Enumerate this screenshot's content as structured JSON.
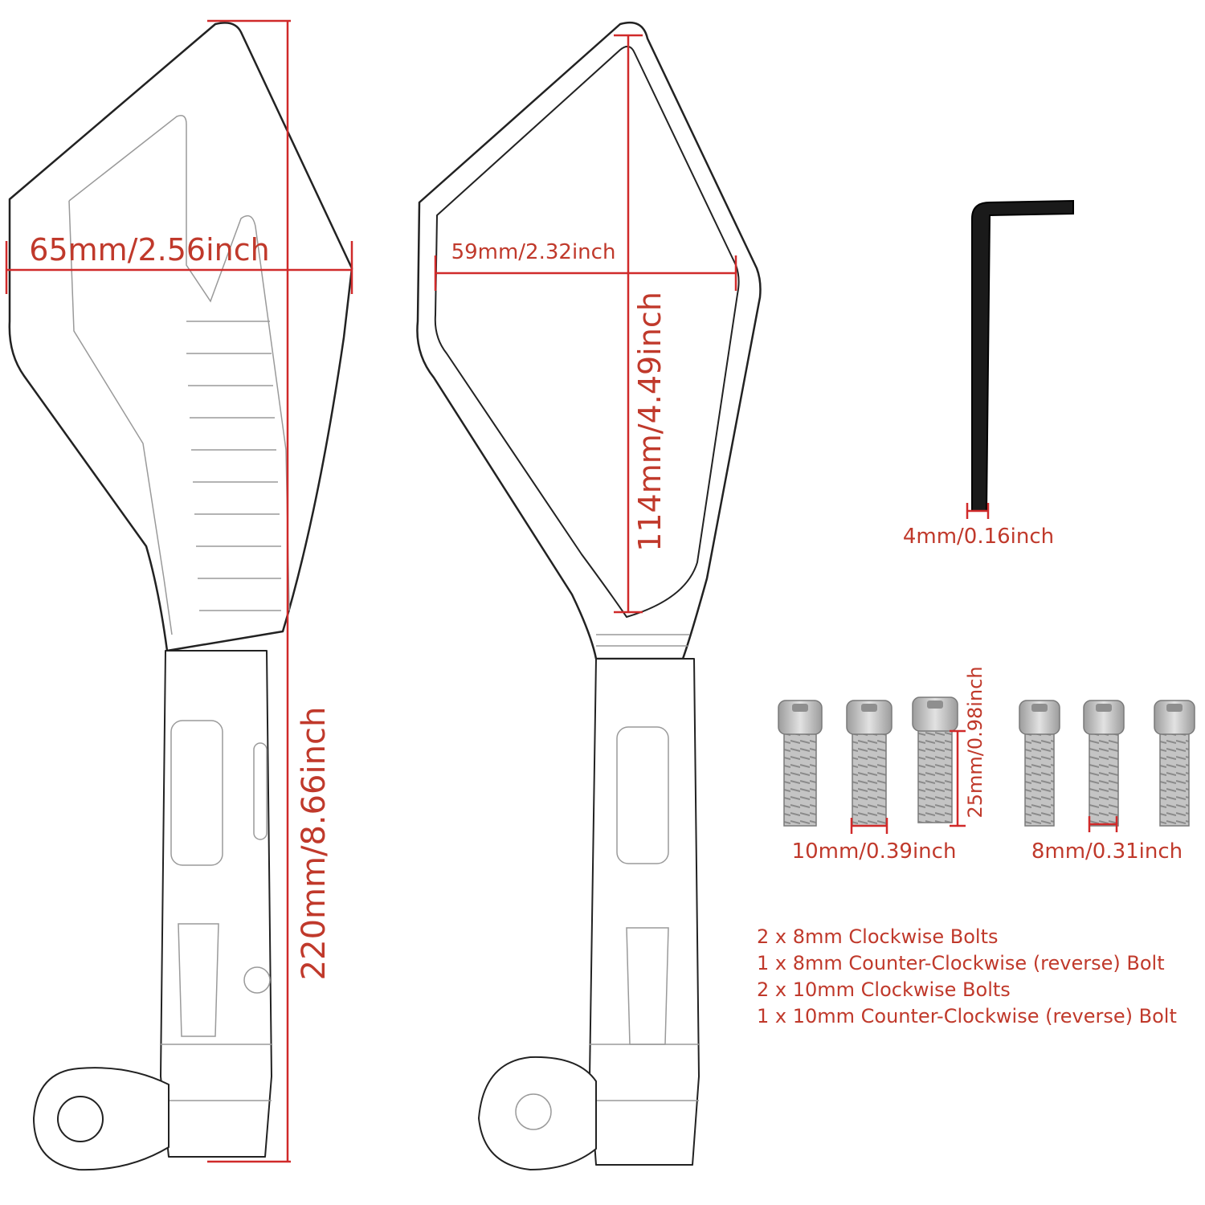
{
  "colors": {
    "dimension": "#d02a2a",
    "text": "#c0392b",
    "outline": "#222222",
    "wrench": "#1a1a1a",
    "bolt_metal": "#b9b9b9"
  },
  "dimensions": {
    "left_mirror_width": "65mm/2.56inch",
    "left_mirror_height": "220mm/8.66inch",
    "right_mirror_glass_width": "59mm/2.32inch",
    "right_mirror_glass_height": "114mm/4.49inch",
    "wrench_size": "4mm/0.16inch",
    "bolt_length": "25mm/0.98inch",
    "large_bolt_diameter": "10mm/0.39inch",
    "small_bolt_diameter": "8mm/0.31inch"
  },
  "bolt_list": [
    "2 x 8mm Clockwise Bolts",
    "1 x 8mm Counter-Clockwise (reverse) Bolt",
    "2 x 10mm Clockwise Bolts",
    "1 x 10mm Counter-Clockwise (reverse) Bolt"
  ],
  "icons": {
    "wrench": "hex-key-icon",
    "bolt": "bolt-icon"
  }
}
